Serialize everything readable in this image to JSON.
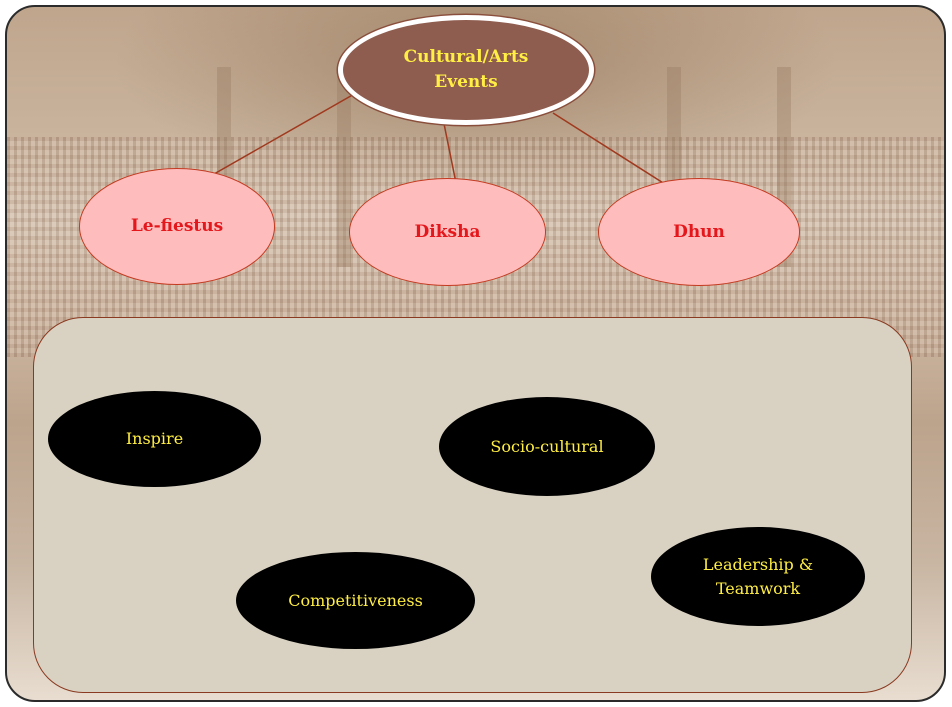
{
  "diagram": {
    "root": {
      "label_line1": "Cultural/Arts",
      "label_line2": "Events"
    },
    "children": [
      {
        "label": "Le-fiestus"
      },
      {
        "label": "Diksha"
      },
      {
        "label": "Dhun"
      }
    ],
    "qualities": [
      {
        "label": "Inspire"
      },
      {
        "label": "Socio-cultural"
      },
      {
        "label": "Competitiveness"
      },
      {
        "label_line1": "Leadership &",
        "label_line2": "Teamwork"
      }
    ]
  },
  "colors": {
    "root_fill": "#8f5d4f",
    "root_text": "#ffee44",
    "child_fill": "#ffbcbc",
    "child_text": "#e3171c",
    "connector": "#a0391e",
    "panel_fill": "#d9d2c3",
    "quality_fill": "#000000",
    "quality_text": "#ffee44"
  }
}
